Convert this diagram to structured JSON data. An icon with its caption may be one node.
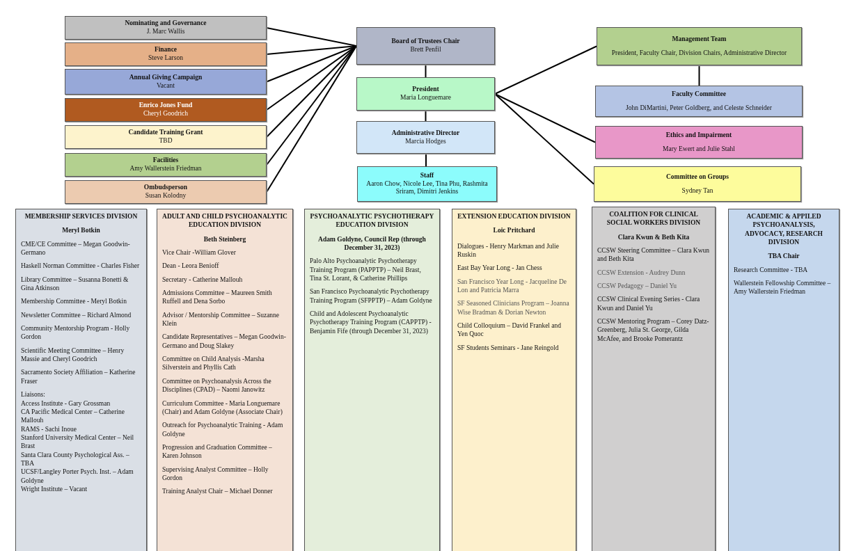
{
  "diagram": {
    "nodes": [
      {
        "text": [
          "Nominating and Governance",
          "J. Marc Wallis"
        ]
      },
      {
        "text": [
          "Finance",
          "Steve Larson"
        ]
      },
      {
        "text": [
          "Annual Giving Campaign",
          "Vacant"
        ]
      },
      {
        "text": [
          "Enrico Jones Fund",
          "Cheryl Goodrich"
        ]
      },
      {
        "text": [
          "Candidate Training Grant",
          "TBD"
        ]
      },
      {
        "text": [
          "Facilities",
          "Amy Wallerstein Friedman"
        ]
      },
      {
        "text": [
          "Ombudsperson",
          "Susan Kolodny"
        ]
      },
      {
        "text": [
          "Board of Trustees Chair",
          "Brett Penfil"
        ]
      },
      {
        "text": [
          "President",
          "Maria Longuemare"
        ]
      },
      {
        "text": [
          "Administrative Director",
          "Marcia Hodges"
        ]
      },
      {
        "text": [
          "Staff",
          "Aaron Chow, Nicole Lee, Tina Phu, Rashmita Sriram, Dimitri Jenkins"
        ]
      },
      {
        "text": [
          "Management Team",
          "President, Faculty Chair, Division Chairs, Administrative Director"
        ]
      },
      {
        "text": [
          "Faculty Committee",
          "John DiMartini, Peter Goldberg, and Celeste Schneider"
        ]
      },
      {
        "text": [
          "Ethics and Impairment",
          "Mary Ewert and Julie Stahl"
        ]
      },
      {
        "text": [
          "Committee on Groups",
          "Sydney Tan"
        ]
      },
      {
        "text": [
          "MEMBERSHIP SERVICES DIVISION",
          "Meryl Botkin",
          "CME/CE Committee – Megan Goodwin-Germano",
          "Haskell Norman Committee - Charles Fisher",
          "Library Committee – Susanna Bonetti & Gina Atkinson",
          "Membership Committee - Meryl Botkin",
          "Newsletter Committee – Richard Almond",
          "Community Mentorship Program - Holly Gordon",
          "Scientific Meeting Committee – Henry Massie and Cheryl Goodrich",
          "Sacramento Society Affiliation – Katherine Fraser",
          "Liaisons:",
          "Access Institute - Gary Grossman",
          "CA Pacific Medical Center – Catherine Mallouh",
          "RAMS - Sachi Inoue",
          "Stanford University Medical Center – Neil Brast",
          "Santa Clara County Psychological Ass. – TBA",
          "UCSF/Langley Porter Psych. Inst. – Adam Goldyne",
          "Wright Institute – Vacant"
        ]
      },
      {
        "text": [
          "ADULT AND CHILD PSYCHOANALYTIC EDUCATION DIVISION",
          "Beth Steinberg",
          "Vice Chair -William Glover",
          "Dean - Leora Benioff",
          "Secretary - Catherine Mallouh",
          "Admissions Committee – Maureen Smith Ruffell and Dena Sorbo",
          "Advisor / Mentorship Committee – Suzanne Klein",
          "Candidate Representatives – Megan Goodwin-Germano and Doug Slakey",
          "Committee on Child Analysis -Marsha Silverstein and Phyllis Cath",
          "Committee on Psychoanalysis Across the Disciplines (CPAD) – Naomi Janowitz",
          "Curriculum Committee - Maria Longuemare (Chair) and Adam Goldyne (Associate Chair)",
          "Outreach for Psychoanalytic Training - Adam Goldyne",
          "Progression and Graduation Committee – Karen Johnson",
          "Supervising Analyst Committee – Holly Gordon",
          "Training Analyst Chair – Michael Donner"
        ]
      },
      {
        "text": [
          "PSYCHOANALYTIC PSYCHOTHERAPY EDUCATION DIVISION",
          "Adam Goldyne, Council Rep (through December 31, 2023)",
          "Palo Alto Psychoanalytic Psychotherapy Training Program (PAPPTP) – Neil Brast, Tina St. Lorant, & Catherine Phillips",
          "San Francisco Psychoanalytic Psychotherapy Training Program (SFPPTP) – Adam Goldyne",
          "Child and Adolescent Psychoanalytic Psychotherapy Training Program (CAPPTP) - Benjamin Fife (through December 31, 2023)"
        ]
      },
      {
        "text": [
          "EXTENSION EDUCATION DIVISION",
          "Loic Pritchard",
          "Dialogues - Henry Markman and Julie Ruskin",
          "East Bay Year Long - Jan Chess",
          "San Francisco Year Long - Jacqueline De Lon and Patricia Marra",
          "SF Seasoned Clinicians Program – Joanna Wise Bradman & Dorian Newton",
          "Child Colloquium – David Frankel and Yen Quoc",
          "SF Students Seminars - Jane Reingold"
        ]
      },
      {
        "text": [
          "COALITION FOR CLINICAL SOCIAL WORKERS DIVISION",
          "Clara Kwun & Beth Kita",
          "CCSW Steering Committee – Clara Kwun and Beth Kita",
          "CCSW Extension - Audrey Dunn",
          "CCSW Pedagogy – Daniel Yu",
          "CCSW Clinical Evening Series - Clara Kwun and Daniel Yu",
          "CCSW Mentoring Program – Corey Datz-Greenberg, Julia St. George, Gilda McAfee, and Brooke Pomerantz"
        ]
      },
      {
        "text": [
          "ACADEMIC & APPILED PSYCHOANALYSIS, ADVOCACY, RESEARCH DIVISION",
          "TBA Chair",
          "Research Committee - TBA",
          "Wallerstein Fellowship Committee – Amy Wallerstein Friedman"
        ]
      }
    ],
    "edges": [
      {
        "from": 0,
        "to": 7,
        "arrow": "none"
      },
      {
        "from": 1,
        "to": 7,
        "arrow": "none"
      },
      {
        "from": 2,
        "to": 7,
        "arrow": "none"
      },
      {
        "from": 3,
        "to": 7,
        "arrow": "none"
      },
      {
        "from": 4,
        "to": 7,
        "arrow": "none"
      },
      {
        "from": 5,
        "to": 7,
        "arrow": "none"
      },
      {
        "from": 6,
        "to": 7,
        "arrow": "none"
      },
      {
        "from": 7,
        "to": 8,
        "arrow": "none"
      },
      {
        "from": 8,
        "to": 9,
        "arrow": "none"
      },
      {
        "from": 9,
        "to": 10,
        "arrow": "none"
      },
      {
        "from": 8,
        "to": 11,
        "arrow": "none"
      },
      {
        "from": 11,
        "to": 12,
        "arrow": "none"
      },
      {
        "from": 8,
        "to": 13,
        "arrow": "none"
      },
      {
        "from": 8,
        "to": 14,
        "arrow": "none"
      }
    ]
  }
}
